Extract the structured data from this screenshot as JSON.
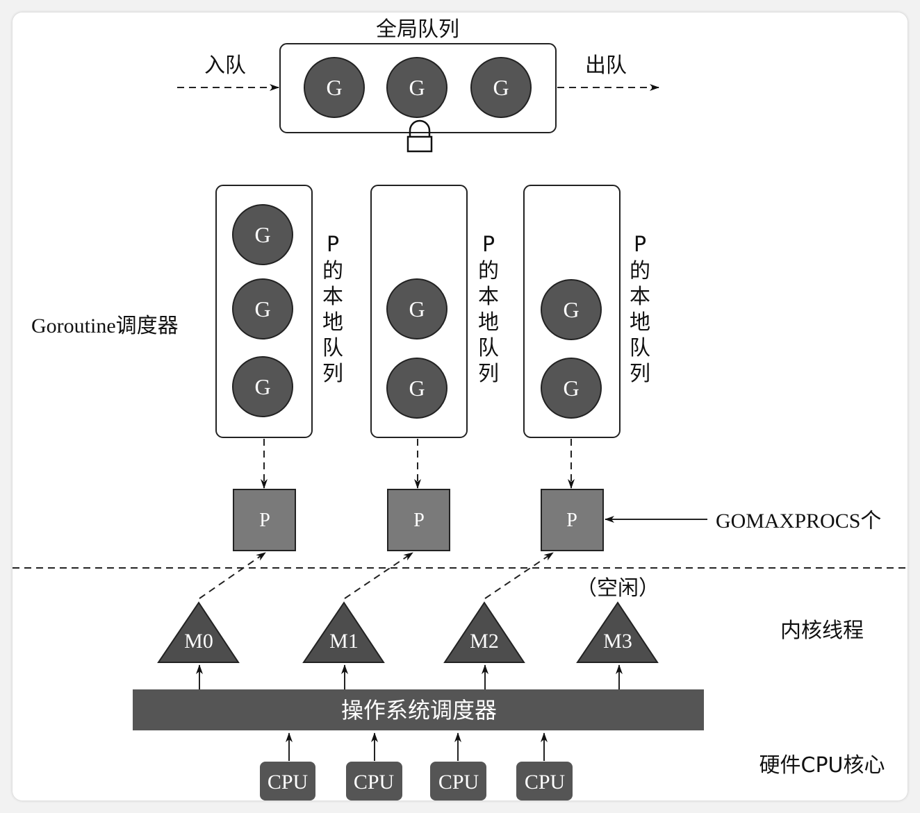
{
  "global_queue": {
    "title": "全局队列",
    "enqueue": "入队",
    "dequeue": "出队",
    "goroutines": [
      "G",
      "G",
      "G"
    ]
  },
  "scheduler_label": "Goroutine调度器",
  "local_queues": [
    {
      "goroutines": [
        "G",
        "G",
        "G"
      ],
      "label": [
        "P",
        "的",
        "本",
        "地",
        "队",
        "列"
      ]
    },
    {
      "goroutines": [
        "G",
        "G"
      ],
      "label": [
        "P",
        "的",
        "本",
        "地",
        "队",
        "列"
      ]
    },
    {
      "goroutines": [
        "G",
        "G"
      ],
      "label": [
        "P",
        "的",
        "本",
        "地",
        "队",
        "列"
      ]
    }
  ],
  "processors": [
    "P",
    "P",
    "P"
  ],
  "gomaxprocs_label": "GOMAXPROCS个",
  "idle_label": "（空闲）",
  "threads": [
    "M0",
    "M1",
    "M2",
    "M3"
  ],
  "kernel_thread_label": "内核线程",
  "os_scheduler": "操作系统调度器",
  "cpus": [
    "CPU",
    "CPU",
    "CPU",
    "CPU"
  ],
  "hardware_label": "硬件CPU核心"
}
